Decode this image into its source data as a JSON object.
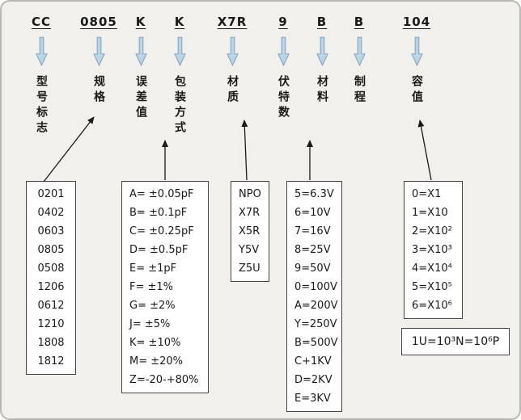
{
  "codes": [
    {
      "text": "CC",
      "label": "型号标志"
    },
    {
      "text": "0805",
      "label": "规格"
    },
    {
      "text": "K",
      "label": "误差值"
    },
    {
      "text": "K",
      "label": "包装方式"
    },
    {
      "text": "X7R",
      "label": "材质"
    },
    {
      "text": "9",
      "label": "伏特数"
    },
    {
      "text": "B",
      "label": "材料"
    },
    {
      "text": "B",
      "label": "制程"
    },
    {
      "text": "104",
      "label": "容值"
    }
  ],
  "boxes": {
    "size_codes": {
      "items": [
        "0201",
        "0402",
        "0603",
        "0805",
        "0508",
        "1206",
        "0612",
        "1210",
        "1808",
        "1812"
      ]
    },
    "tolerance_codes": {
      "items": [
        "A= ±0.05pF",
        "B= ±0.1pF",
        "C= ±0.25pF",
        "D= ±0.5pF",
        "E= ±1pF",
        "F= ±1%",
        "G= ±2%",
        "J= ±5%",
        "K= ±10%",
        "M= ±20%",
        "Z=-20-+80%"
      ]
    },
    "dielectric_codes": {
      "items": [
        "NPO",
        "X7R",
        "X5R",
        "Y5V",
        "Z5U"
      ]
    },
    "voltage_codes": {
      "items": [
        "5=6.3V",
        "6=10V",
        "7=16V",
        "8=25V",
        "9=50V",
        "0=100V",
        "A=200V",
        "Y=250V",
        "B=500V",
        "C+1KV",
        "D=2KV",
        "E=3KV"
      ]
    },
    "multiplier_codes": {
      "items": [
        "0=X1",
        "1=X10",
        "2=X10²",
        "3=X10³",
        "4=X10⁴",
        "5=X10⁵",
        "6=X10⁶"
      ]
    }
  },
  "note": "1U=10³N=10⁶P",
  "colors": {
    "arrow_fill": "#b9d5e6",
    "arrow_stroke": "#7f9db9",
    "ink": "#1a1a1a",
    "box_border": "#444444",
    "bg": "#f1f0ec"
  }
}
